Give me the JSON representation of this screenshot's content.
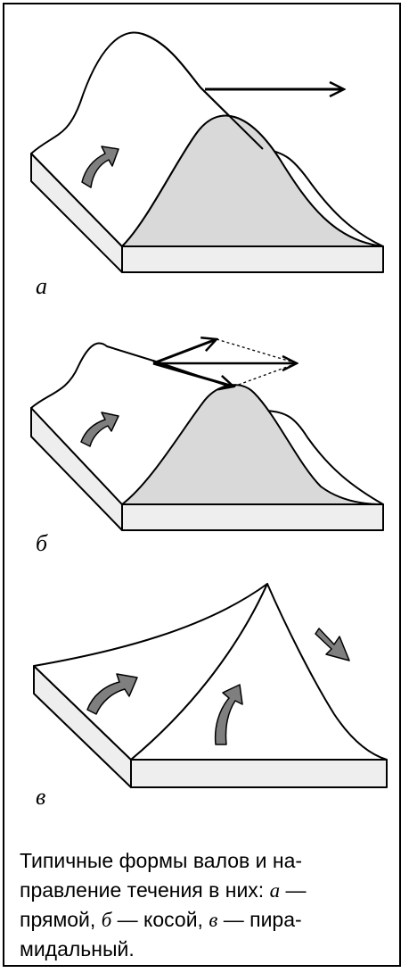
{
  "panels": {
    "a": {
      "label": "а"
    },
    "b": {
      "label": "б"
    },
    "c": {
      "label": "в"
    }
  },
  "caption": {
    "line1": "Типичные формы валов и на-",
    "line2_pre": "правление течения в них: ",
    "line2_a": "а",
    "line2_post": " —",
    "line3_pre": "прямой, ",
    "line3_b": "б",
    "line3_mid": " — косой, ",
    "line3_c": "в",
    "line3_post": " — пира-",
    "line4": "мидальный."
  },
  "colors": {
    "line": "#000000",
    "shaded_face": "#d9d9d9",
    "light_face": "#eeeeee",
    "flow_arrow": "#7f7f7f"
  }
}
